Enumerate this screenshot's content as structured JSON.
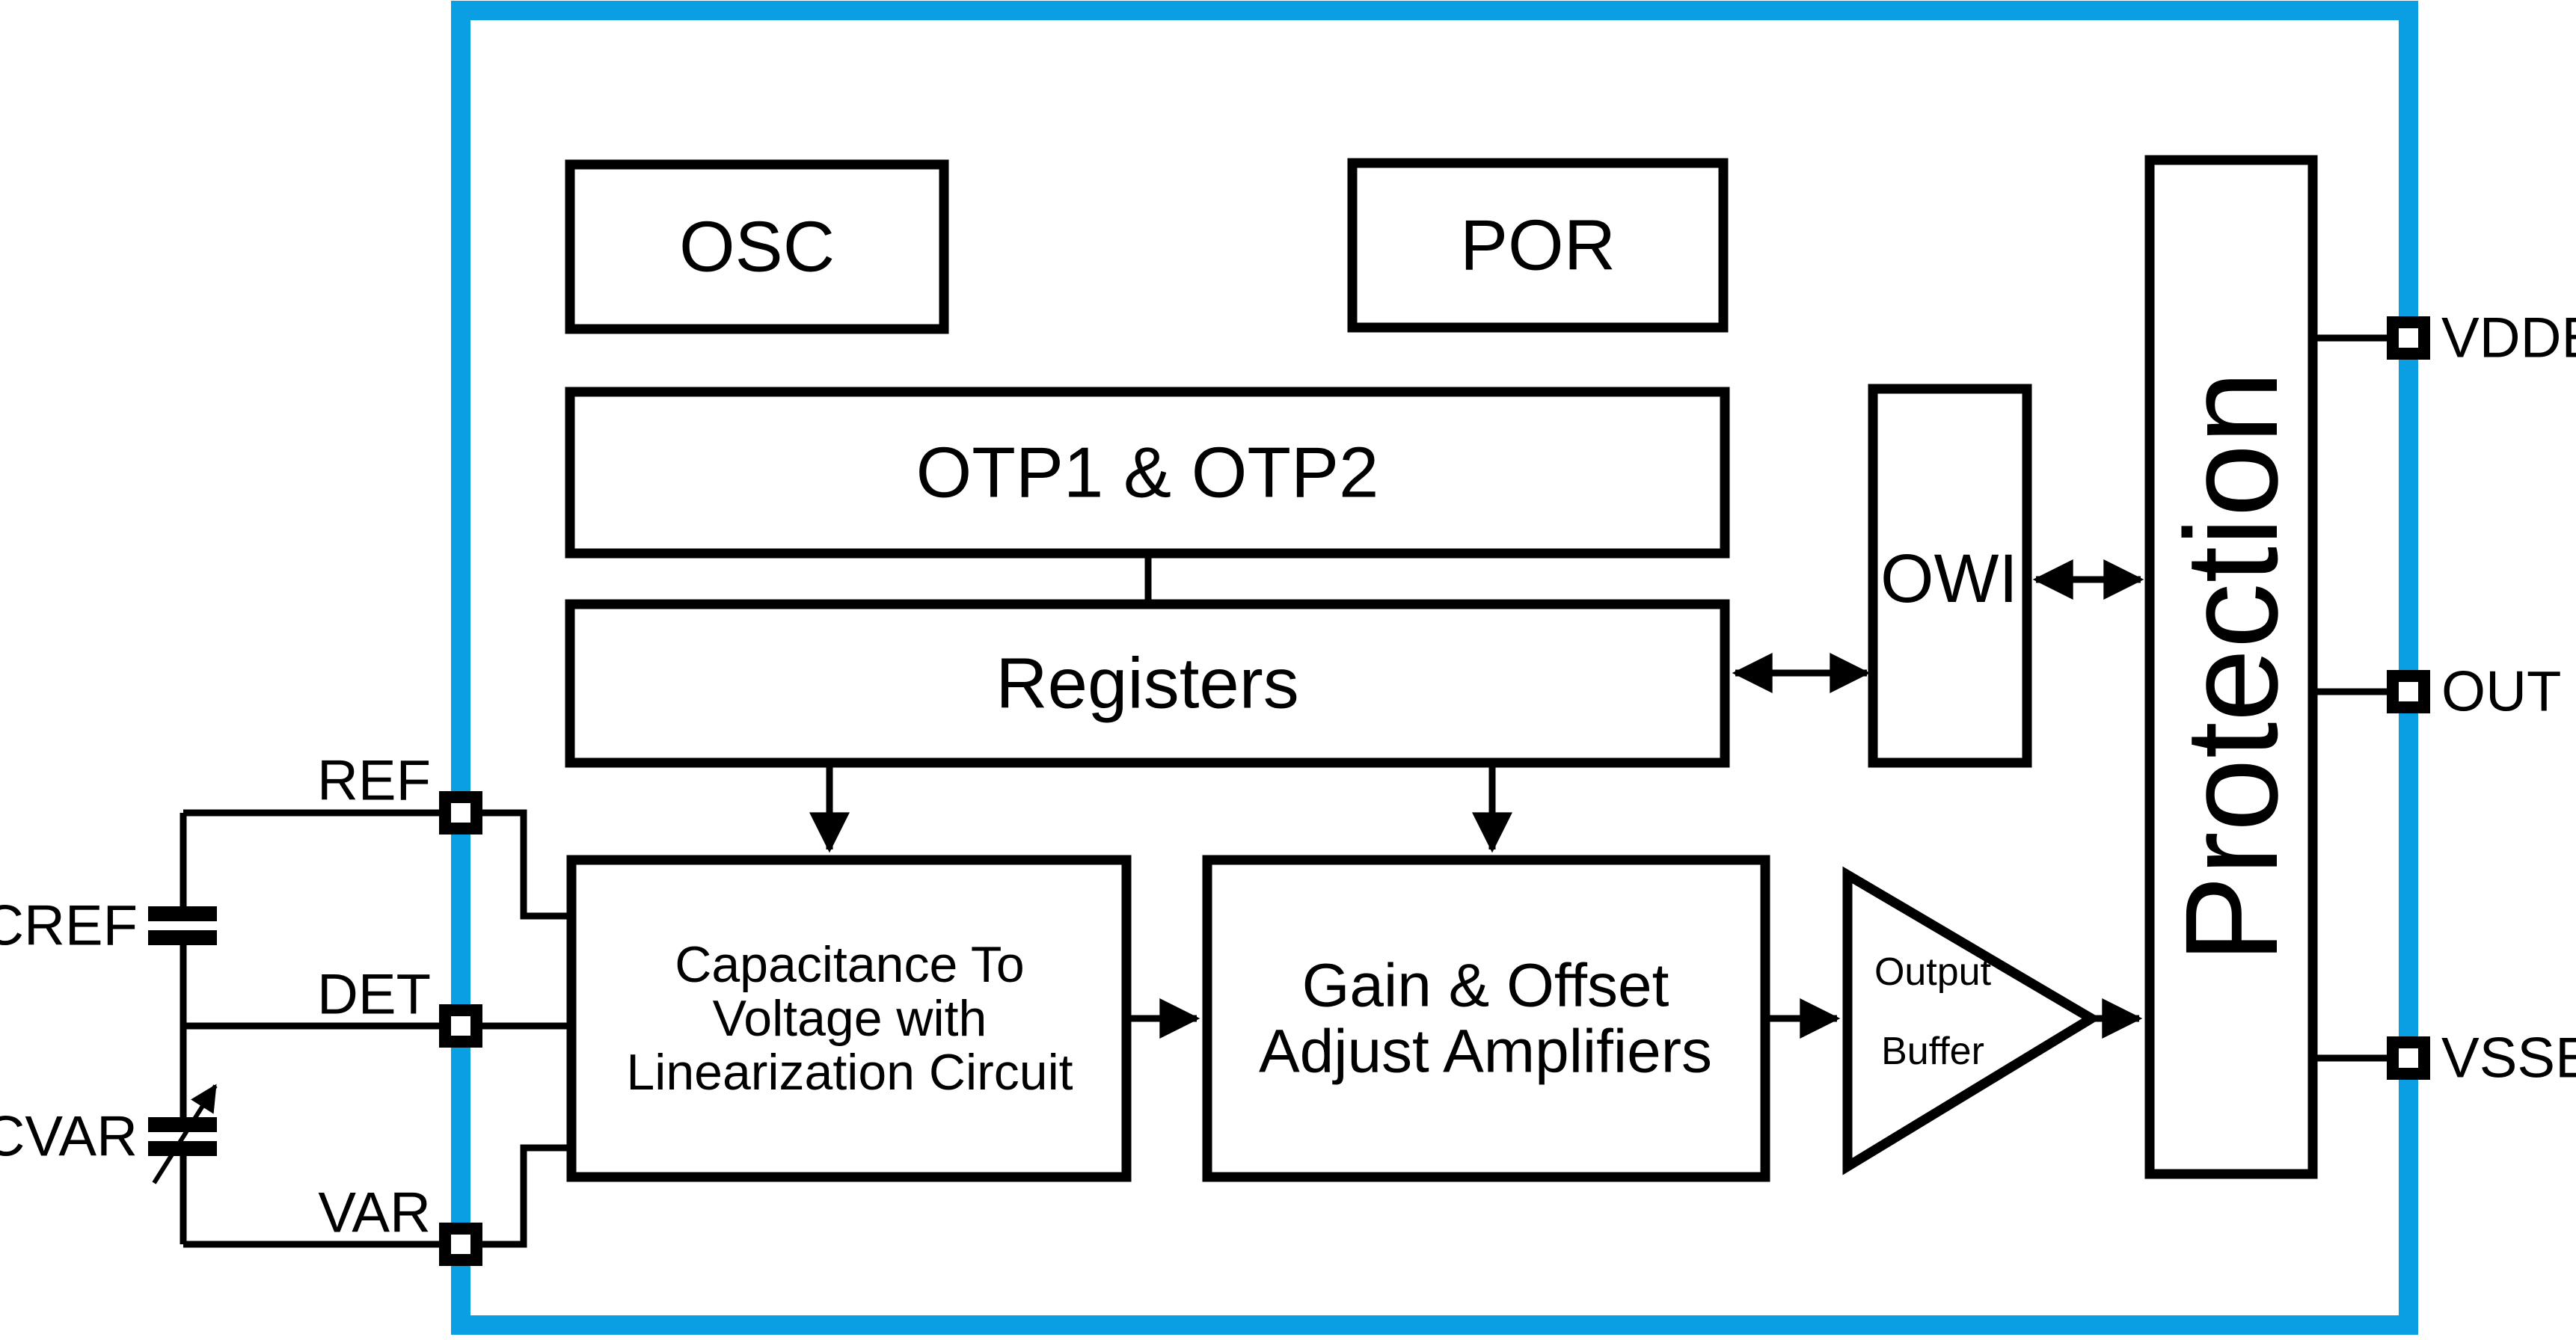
{
  "diagram": {
    "kind": "ic-block-diagram",
    "description": "Capacitance-to-voltage sensor signal conditioner block diagram"
  },
  "colors": {
    "chip_border": "#0A9EE3",
    "line": "#000000",
    "background": "#FFFFFF"
  },
  "blocks": {
    "osc": {
      "label": "OSC"
    },
    "por": {
      "label": "POR"
    },
    "otp": {
      "label": "OTP1 & OTP2"
    },
    "registers": {
      "label": "Registers"
    },
    "owi": {
      "label": "OWI"
    },
    "protection": {
      "label": "Protection"
    },
    "c2v": {
      "line1": "Capacitance To",
      "line2": "Voltage with",
      "line3": "Linearization Circuit"
    },
    "gain": {
      "line1": "Gain & Offset",
      "line2": "Adjust Amplifiers"
    },
    "buffer": {
      "line1": "Output",
      "line2": "Buffer"
    }
  },
  "pins": {
    "right": [
      {
        "name": "VDDE"
      },
      {
        "name": "OUT"
      },
      {
        "name": "VSSE"
      }
    ],
    "left": [
      {
        "name": "REF"
      },
      {
        "name": "DET"
      },
      {
        "name": "VAR"
      }
    ]
  },
  "external_components": {
    "cref": {
      "label": "CREF",
      "type": "fixed capacitor"
    },
    "cvar": {
      "label": "CVAR",
      "type": "variable capacitor"
    }
  }
}
